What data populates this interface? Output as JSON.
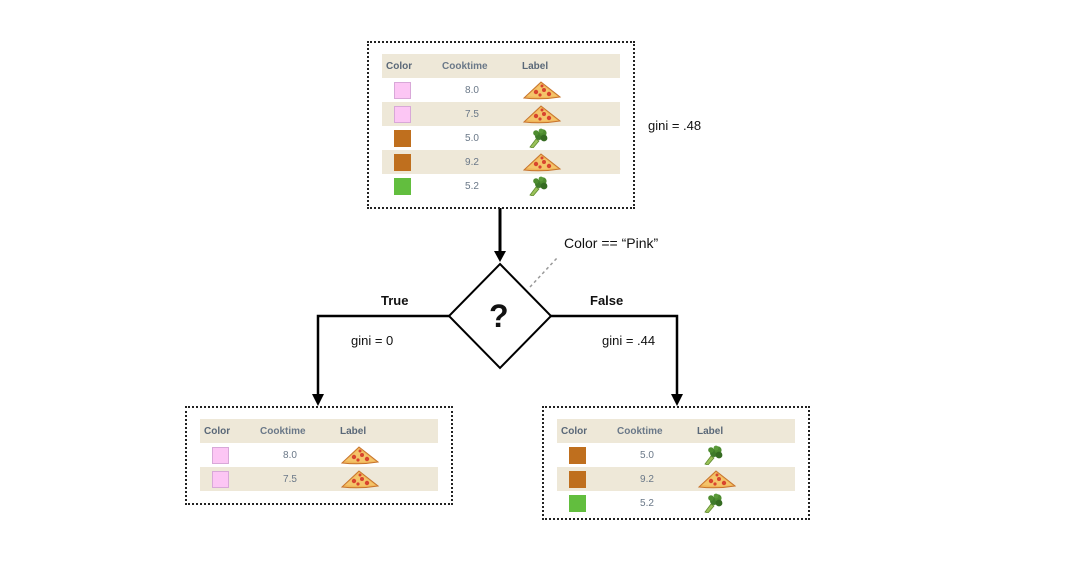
{
  "colors": {
    "Pink": "#fcc6f4",
    "Brown": "#bf6f1e",
    "Green": "#62be3e"
  },
  "root": {
    "headers": [
      "Color",
      "Cooktime",
      "Label"
    ],
    "rows": [
      {
        "color": "Pink",
        "cooktime": "8.0",
        "label": "pizza"
      },
      {
        "color": "Pink",
        "cooktime": "7.5",
        "label": "pizza"
      },
      {
        "color": "Brown",
        "cooktime": "5.0",
        "label": "broccoli"
      },
      {
        "color": "Brown",
        "cooktime": "9.2",
        "label": "pizza"
      },
      {
        "color": "Green",
        "cooktime": "5.2",
        "label": "broccoli"
      }
    ],
    "gini": "gini = .48"
  },
  "question": {
    "symbol": "?",
    "condition": "Color == “Pink”"
  },
  "left": {
    "branch_label": "True",
    "gini": "gini = 0",
    "headers": [
      "Color",
      "Cooktime",
      "Label"
    ],
    "rows": [
      {
        "color": "Pink",
        "cooktime": "8.0",
        "label": "pizza"
      },
      {
        "color": "Pink",
        "cooktime": "7.5",
        "label": "pizza"
      }
    ]
  },
  "right": {
    "branch_label": "False",
    "gini": "gini = .44",
    "headers": [
      "Color",
      "Cooktime",
      "Label"
    ],
    "rows": [
      {
        "color": "Brown",
        "cooktime": "5.0",
        "label": "broccoli"
      },
      {
        "color": "Brown",
        "cooktime": "9.2",
        "label": "pizza"
      },
      {
        "color": "Green",
        "cooktime": "5.2",
        "label": "broccoli"
      }
    ]
  }
}
